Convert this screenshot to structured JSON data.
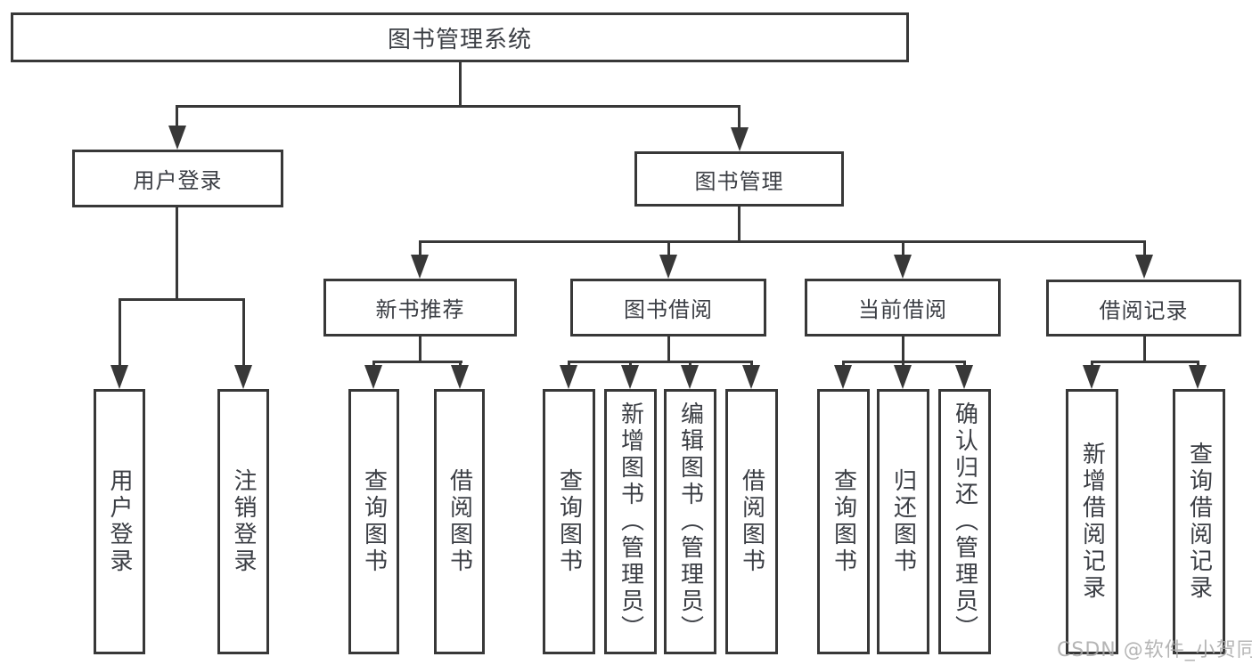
{
  "diagram_title": "图书管理系统",
  "tree": {
    "root": {
      "label": "图书管理系统",
      "children": [
        {
          "label": "用户登录",
          "children": [
            {
              "label": "用户登录"
            },
            {
              "label": "注销登录"
            }
          ]
        },
        {
          "label": "图书管理",
          "children": [
            {
              "label": "新书推荐",
              "children": [
                {
                  "label": "查询图书"
                },
                {
                  "label": "借阅图书"
                }
              ]
            },
            {
              "label": "图书借阅",
              "children": [
                {
                  "label": "查询图书"
                },
                {
                  "label": "新增图书（管理员）"
                },
                {
                  "label": "编辑图书（管理员）"
                },
                {
                  "label": "借阅图书"
                }
              ]
            },
            {
              "label": "当前借阅",
              "children": [
                {
                  "label": "查询图书"
                },
                {
                  "label": "归还图书"
                },
                {
                  "label": "确认归还（管理员）"
                }
              ]
            },
            {
              "label": "借阅记录",
              "children": [
                {
                  "label": "新增借阅记录"
                },
                {
                  "label": "查询借阅记录"
                }
              ]
            }
          ]
        }
      ]
    }
  },
  "watermark": {
    "text": "CSDN @软件_小贺同学"
  },
  "colors": {
    "line": "#383838",
    "text": "#3b3e44",
    "background": "#ffffff",
    "watermark": "#a8a8a8"
  }
}
